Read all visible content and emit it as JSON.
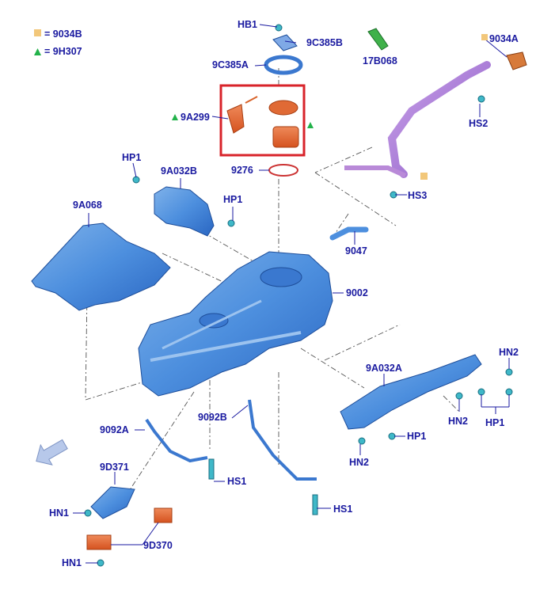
{
  "legend": [
    {
      "code": "9034B",
      "marker": "square",
      "color": "#f2c77a"
    },
    {
      "code": "9H307",
      "marker": "triangle",
      "color": "#22b24a"
    }
  ],
  "highlight_color": "#d8232a",
  "label_color": "#1a1aa0",
  "parts": {
    "hb1": "HB1",
    "c9c385b": "9C385B",
    "c9c385a": "9C385A",
    "c17b068": "17B068",
    "c9034a": "9034A",
    "c9a299": "9A299",
    "hs2": "HS2",
    "c9276": "9276",
    "hs3": "HS3",
    "hp1_top": "HP1",
    "c9a032b": "9A032B",
    "hp1_mid": "HP1",
    "c9a068": "9A068",
    "c9047": "9047",
    "c9002": "9002",
    "hn2_right": "HN2",
    "c9a032a": "9A032A",
    "hn2_mid": "HN2",
    "hp1_right": "HP1",
    "c9092a": "9092A",
    "c9092b": "9092B",
    "hp1_low": "HP1",
    "hn2_low": "HN2",
    "hs1_left": "HS1",
    "c9d371": "9D371",
    "hn1_top": "HN1",
    "c9d370": "9D370",
    "hs1_right": "HS1",
    "hn1_bottom": "HN1"
  },
  "icons": [
    "forward-arrow-icon"
  ]
}
